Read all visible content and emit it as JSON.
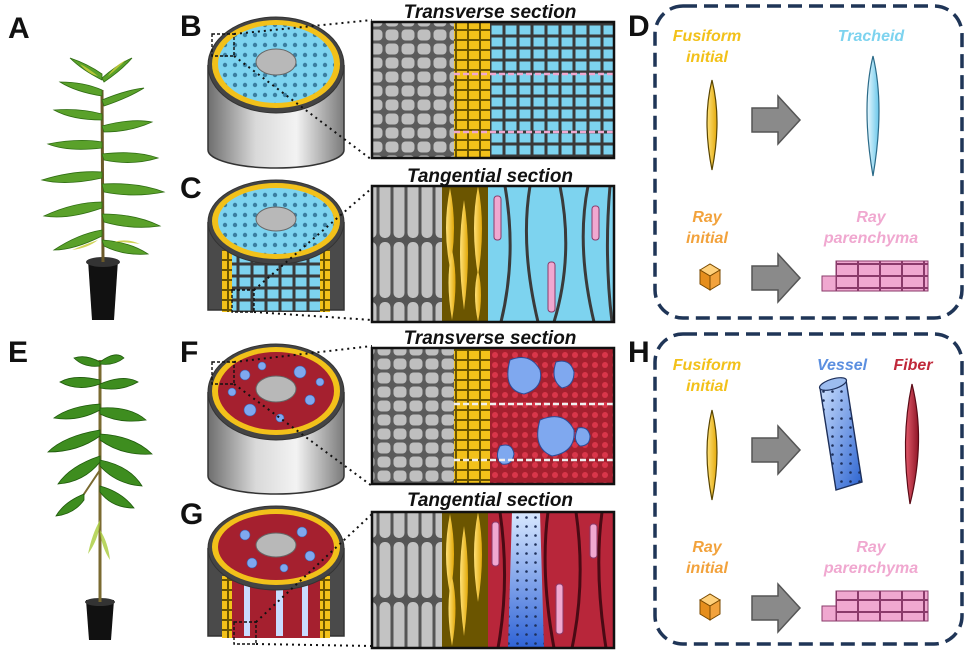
{
  "panel_letters": {
    "a": "A",
    "b": "B",
    "c": "C",
    "d": "D",
    "e": "E",
    "f": "F",
    "g": "G",
    "h": "H"
  },
  "section_titles": {
    "b": "Transverse section",
    "c": "Tangential section",
    "f": "Transverse section",
    "g": "Tangential section"
  },
  "panel_d": {
    "fusiform_initial": [
      "Fusiform",
      "initial"
    ],
    "tracheid": "Tracheid",
    "ray_initial": [
      "Ray",
      "initial"
    ],
    "ray_parenchyma": [
      "Ray",
      "parenchyma"
    ]
  },
  "panel_h": {
    "fusiform_initial": [
      "Fusiform",
      "initial"
    ],
    "vessel": "Vessel",
    "fiber": "Fiber",
    "ray_initial": [
      "Ray",
      "initial"
    ],
    "ray_parenchyma": [
      "Ray",
      "parenchyma"
    ]
  },
  "colors": {
    "fusiform": "#f2c11a",
    "tracheid": "#7dd3ef",
    "ray": "#f2a23c",
    "parenchyma": "#f0a8d0",
    "vessel": "#5b8fe0",
    "fiber": "#c0283a",
    "border": "#1f3557",
    "gray_cell": "#bdbdbd",
    "dark_gray": "#555555"
  }
}
